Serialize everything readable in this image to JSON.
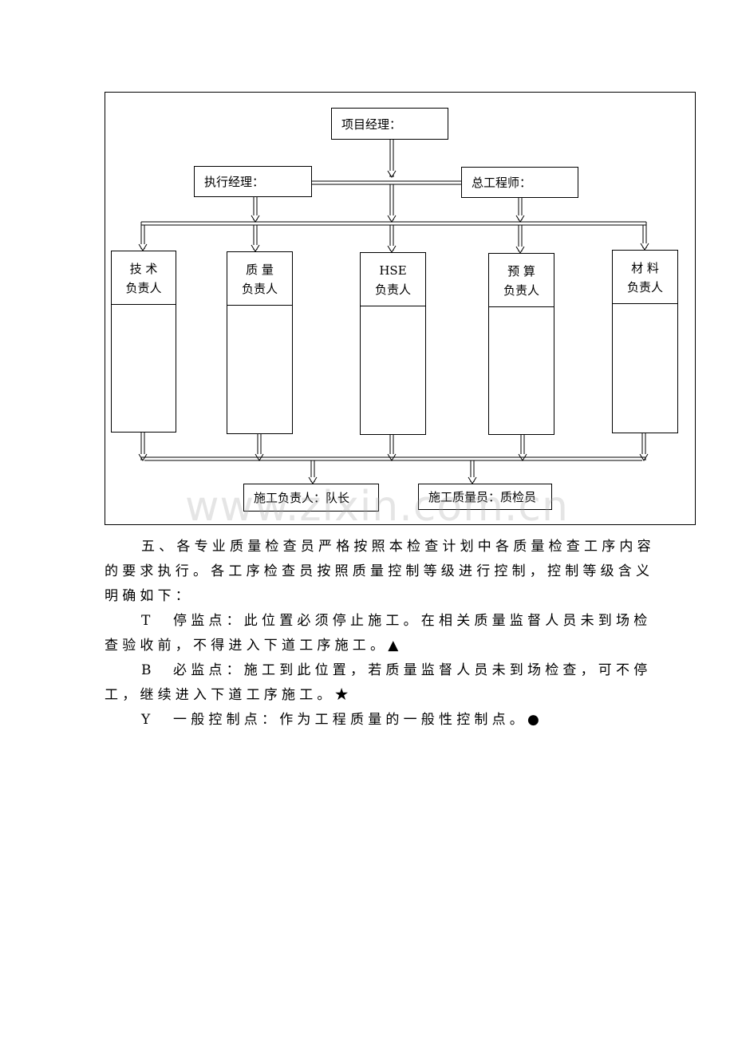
{
  "org_chart": {
    "top": "项目经理：",
    "left_manager": "执行经理：",
    "right_manager": "总工程师：",
    "departments": [
      {
        "line1": "技 术",
        "line2": "负责人"
      },
      {
        "line1": "质 量",
        "line2": "负责人"
      },
      {
        "line1": "HSE",
        "line2": "负责人"
      },
      {
        "line1": "预 算",
        "line2": "负责人"
      },
      {
        "line1": "材 料",
        "line2": "负责人"
      }
    ],
    "bottom_left": "施工负责人：队长",
    "bottom_right": "施工质量员：质检员"
  },
  "watermark": "www.zixin.com.cn",
  "paragraphs": {
    "p1": "五、各专业质量检查员严格按照本检查计划中各质量检查工序内容的要求执行。各工序检查员按照质量控制等级进行控制，控制等级含义明确如下：",
    "t_code": "T",
    "t_text": "停监点：此位置必须停止施工。在相关质量监督人员未到场检查验收前，不得进入下道工序施工。▲",
    "b_code": "B",
    "b_text": "必监点：施工到此位置，若质量监督人员未到场检查，可不停工，继续进入下道工序施工。★",
    "y_code": "Y",
    "y_text": "一般控制点：作为工程质量的一般性控制点。●"
  }
}
